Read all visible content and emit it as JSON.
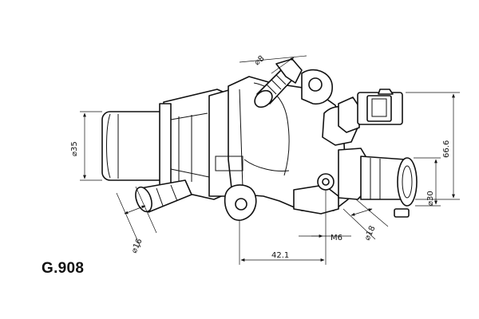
{
  "part_code": "G.908",
  "dimensions": {
    "d8": "⌀8",
    "d35": "⌀35",
    "d16": "⌀16",
    "d18": "⌀18",
    "d30": "⌀30",
    "h66": "66.6",
    "w42": "42.1",
    "m6": "M6"
  },
  "colors": {
    "line": "#111111",
    "background": "#ffffff"
  }
}
